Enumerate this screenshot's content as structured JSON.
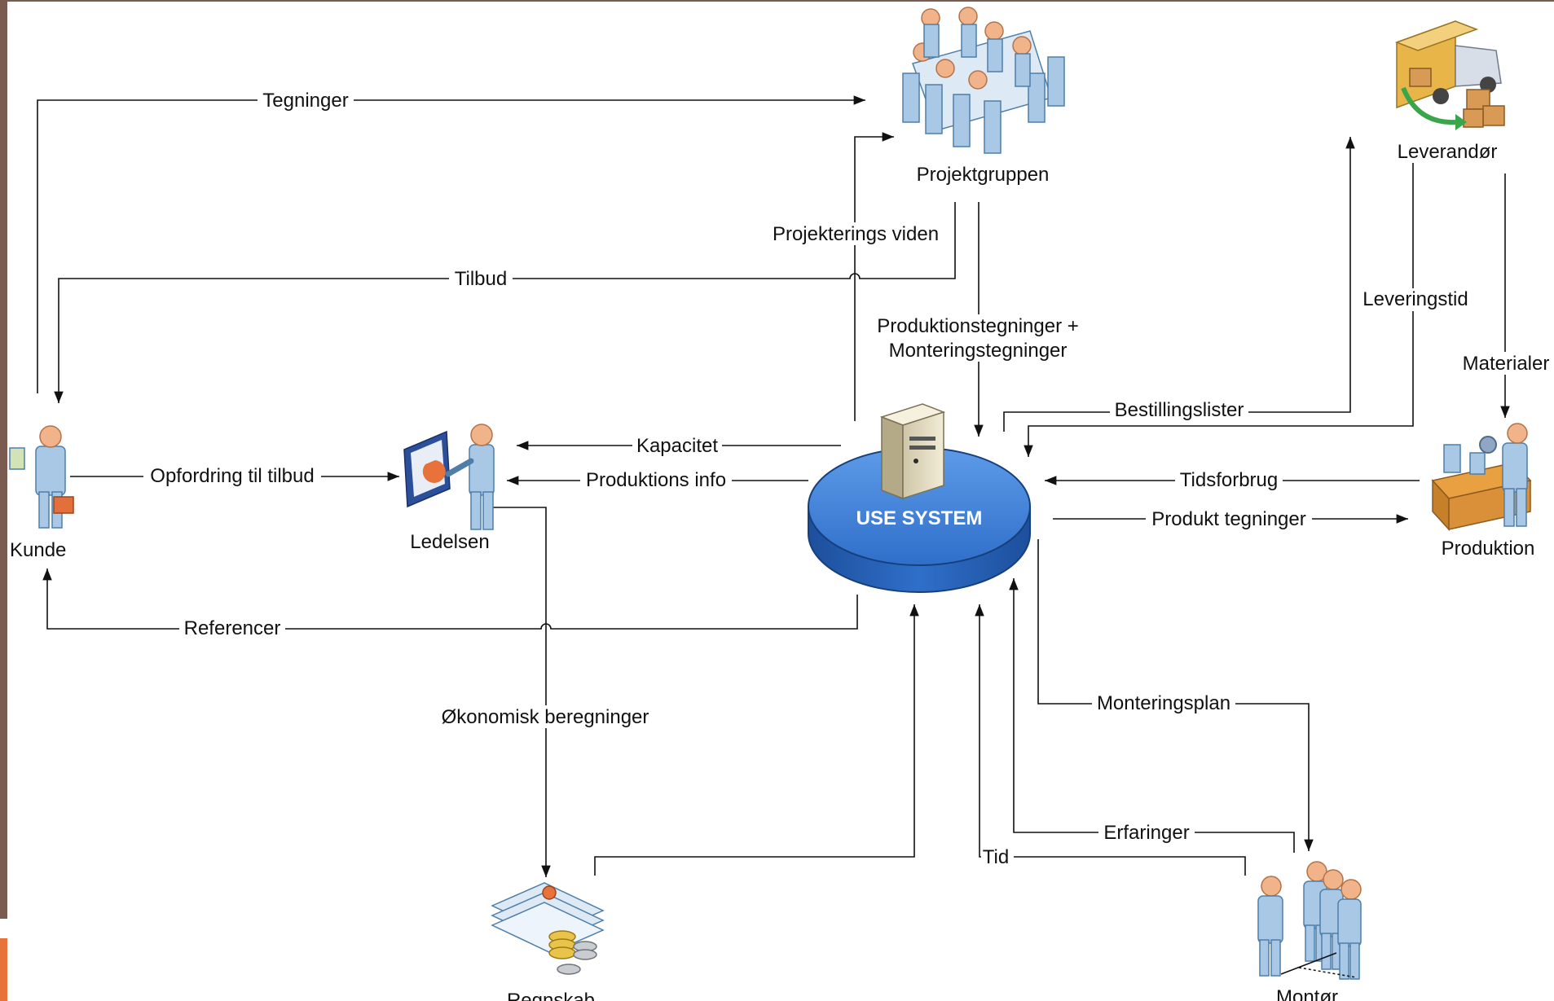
{
  "nodes": {
    "projektgruppen": "Projektgruppen",
    "leverandor": "Leverandør",
    "kunde": "Kunde",
    "ledelsen": "Ledelsen",
    "use_system": "USE SYSTEM",
    "produktion": "Produktion",
    "regnskab": "Regnskab",
    "montor": "Montør"
  },
  "edges": {
    "tegninger": "Tegninger",
    "tilbud": "Tilbud",
    "projekterings_viden": "Projekterings viden",
    "produktionstegninger_line1": "Produktionstegninger +",
    "produktionstegninger_line2": "Monteringstegninger",
    "leveringstid": "Leveringstid",
    "materialer": "Materialer",
    "bestillingslister": "Bestillingslister",
    "kapacitet": "Kapacitet",
    "produktions_info": "Produktions info",
    "opfordring": "Opfordring til tilbud",
    "tidsforbrug": "Tidsforbrug",
    "produkt_tegninger": "Produkt tegninger",
    "referencer": "Referencer",
    "okonomisk": "Økonomisk beregninger",
    "monteringsplan": "Monteringsplan",
    "erfaringer": "Erfaringer",
    "tid": "Tid"
  },
  "colors": {
    "frame": "#7b5a50",
    "accent": "#e8733a",
    "system_fill": "#2f6fc9",
    "person_body": "#a8c8e6",
    "person_head": "#f1b48a"
  }
}
